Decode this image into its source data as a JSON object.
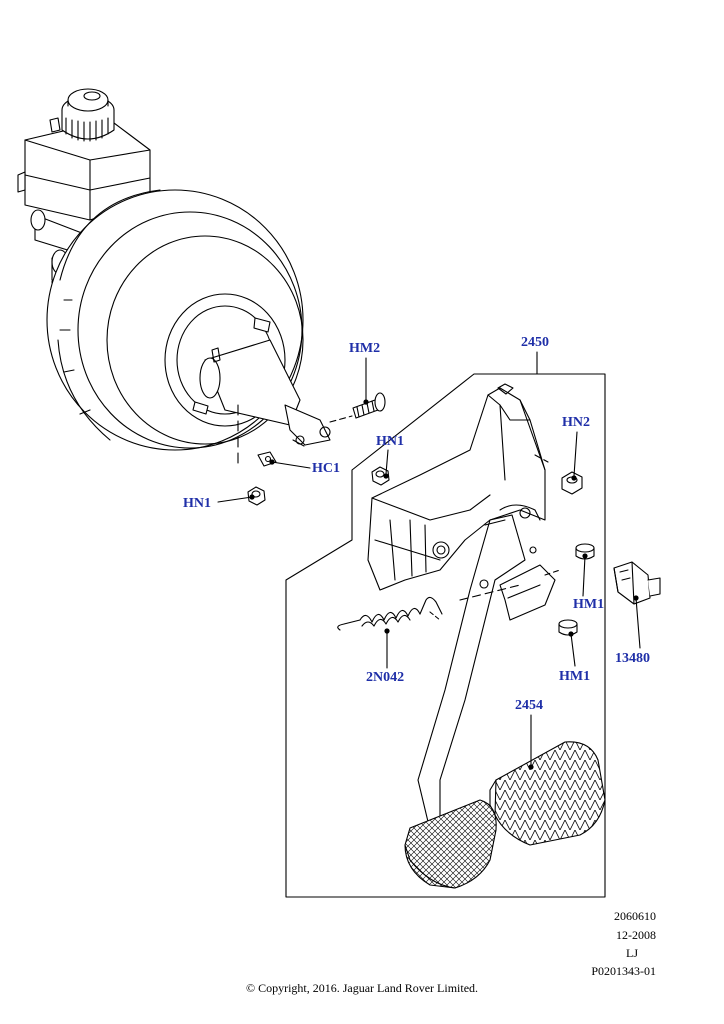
{
  "callouts": {
    "hm2": "HM2",
    "c2450": "2450",
    "hn1_upper": "HN1",
    "hn2": "HN2",
    "hc1": "HC1",
    "hn1_lower": "HN1",
    "hm1_upper": "HM1",
    "c13480": "13480",
    "c2n042": "2N042",
    "hm1_lower": "HM1",
    "c2454": "2454"
  },
  "meta": {
    "code": "2060610",
    "date": "12-2008",
    "initials": "LJ",
    "reference": "P0201343-01"
  },
  "copyright": "© Copyright, 2016. Jaguar Land Rover Limited.",
  "colors": {
    "callout": "#1f2fa8",
    "line": "#000000",
    "background": "#ffffff"
  }
}
